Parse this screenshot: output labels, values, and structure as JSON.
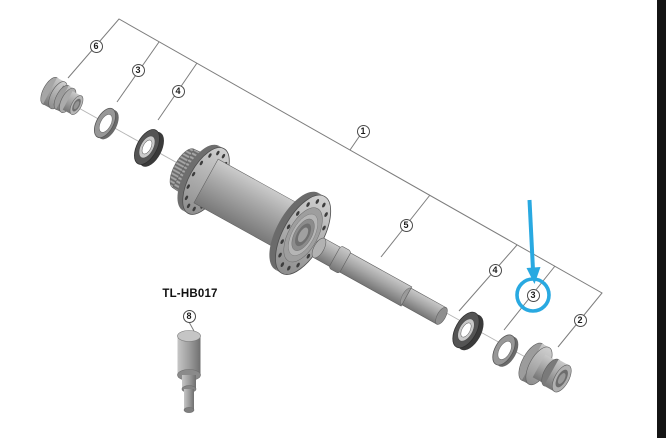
{
  "diagram": {
    "tool_label": "TL-HB017",
    "callouts": [
      {
        "label": "6"
      },
      {
        "label": "3"
      },
      {
        "label": "4"
      },
      {
        "label": "1"
      },
      {
        "label": "5"
      },
      {
        "label": "4"
      },
      {
        "label": "3",
        "highlighted": true
      },
      {
        "label": "2"
      },
      {
        "label": "8"
      }
    ],
    "highlight": {
      "color": "#29a9e1",
      "arrow_icon": "down-arrow",
      "points_to_label": "3"
    }
  }
}
